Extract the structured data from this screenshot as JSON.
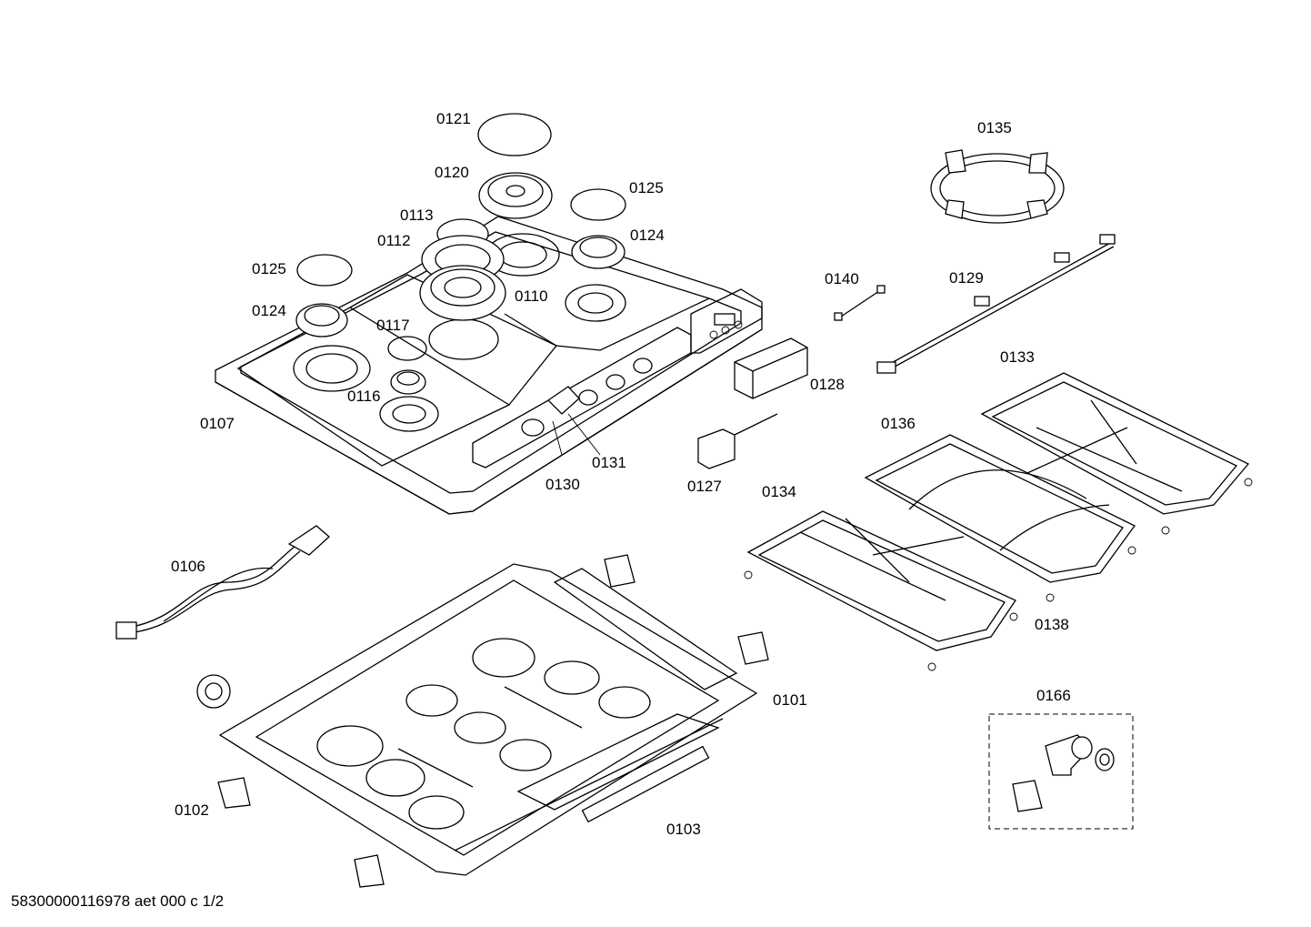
{
  "footer": "58300000116978 aet 000 c 1/2",
  "labels": {
    "p0101": "0101",
    "p0102": "0102",
    "p0103": "0103",
    "p0106": "0106",
    "p0107": "0107",
    "p0110": "0110",
    "p0112": "0112",
    "p0113": "0113",
    "p0116": "0116",
    "p0117": "0117",
    "p0120": "0120",
    "p0121": "0121",
    "p0124a": "0124",
    "p0124b": "0124",
    "p0125a": "0125",
    "p0125b": "0125",
    "p0127": "0127",
    "p0128": "0128",
    "p0129": "0129",
    "p0130": "0130",
    "p0131": "0131",
    "p0133": "0133",
    "p0134": "0134",
    "p0135": "0135",
    "p0136": "0136",
    "p0138": "0138",
    "p0140": "0140",
    "p0166": "0166"
  }
}
